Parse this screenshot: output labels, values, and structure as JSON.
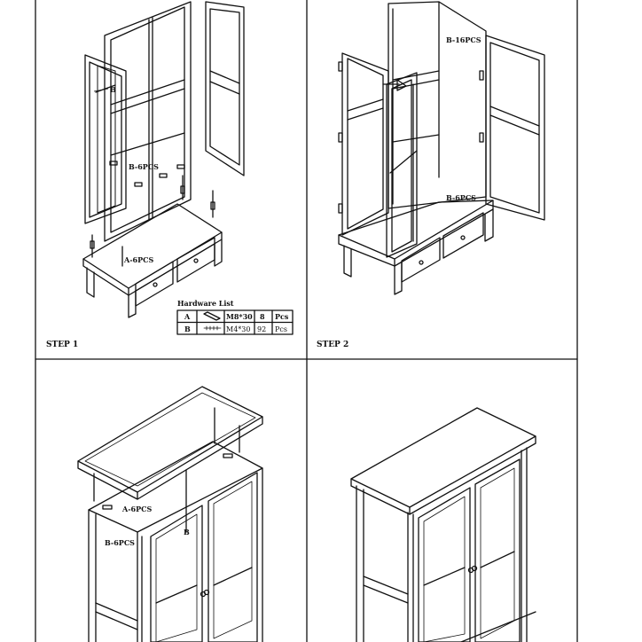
{
  "steps": [
    "STEP 1",
    "STEP 2"
  ],
  "labels": {
    "p1_b": "B",
    "p1_b6": "B-6PCS",
    "p1_a6": "A-6PCS",
    "p2_b16": "B-16PCS",
    "p2_b6": "B-6PCS",
    "p3_a6": "A-6PCS",
    "p3_b": "B",
    "p3_b6": "B-6PCS"
  },
  "hardware": {
    "title": "Hardware List",
    "rows": [
      {
        "id": "A",
        "size": "M8*30",
        "qty": "8",
        "unit": "Pcs",
        "icon": "dowel-icon"
      },
      {
        "id": "B",
        "size": "M4*30",
        "qty": "92",
        "unit": "Pcs",
        "icon": "screw-icon"
      }
    ]
  }
}
